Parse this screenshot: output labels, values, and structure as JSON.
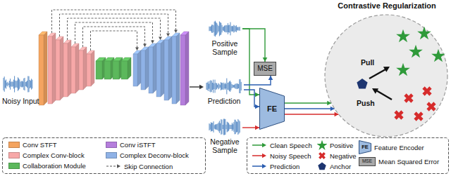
{
  "diagram": {
    "nodes": [
      {
        "text": [
          "Positive Sample"
        ]
      },
      {
        "text": [
          "Prediction"
        ]
      },
      {
        "text": [
          "Negative Sample"
        ]
      },
      {
        "text": [
          "MSE"
        ]
      },
      {
        "text": [
          "FE"
        ]
      },
      {
        "text": [
          "Contrastive Regularization",
          "Pull",
          "Push"
        ]
      }
    ],
    "edges": [
      {
        "from": 0,
        "to": 3,
        "arrow": "to"
      },
      {
        "from": 0,
        "to": 4,
        "arrow": "to"
      },
      {
        "from": 1,
        "to": 3,
        "arrow": "to"
      },
      {
        "from": 1,
        "to": 4,
        "arrow": "to"
      },
      {
        "from": 2,
        "to": 4,
        "arrow": "to"
      },
      {
        "from": 4,
        "to": 5,
        "arrow": "to"
      },
      {
        "from": 4,
        "to": 5,
        "arrow": "to"
      },
      {
        "from": 4,
        "to": 5,
        "arrow": "to"
      }
    ],
    "labels": [
      "Noisy Input",
      "FE",
      "MSE"
    ],
    "legend": [
      {
        "text": "Conv STFT",
        "color": "#f4a460"
      },
      {
        "text": "Conv iSTFT",
        "color": "#b57edc"
      },
      {
        "text": "Complex Conv-block",
        "color": "#f7a8a8"
      },
      {
        "text": "Complex Deconv-block",
        "color": "#8fb2e6"
      },
      {
        "text": "Collaboration Module",
        "color": "#5cb85c"
      },
      {
        "text": "Skip Connection"
      },
      {
        "text": "Clean Speech"
      },
      {
        "text": "Noisy Speech"
      },
      {
        "text": "Prediction"
      },
      {
        "text": "Positive"
      },
      {
        "text": "Negative"
      },
      {
        "text": "Anchor"
      },
      {
        "text": "Feature Encoder"
      },
      {
        "text": "Mean Squared Error"
      }
    ]
  }
}
